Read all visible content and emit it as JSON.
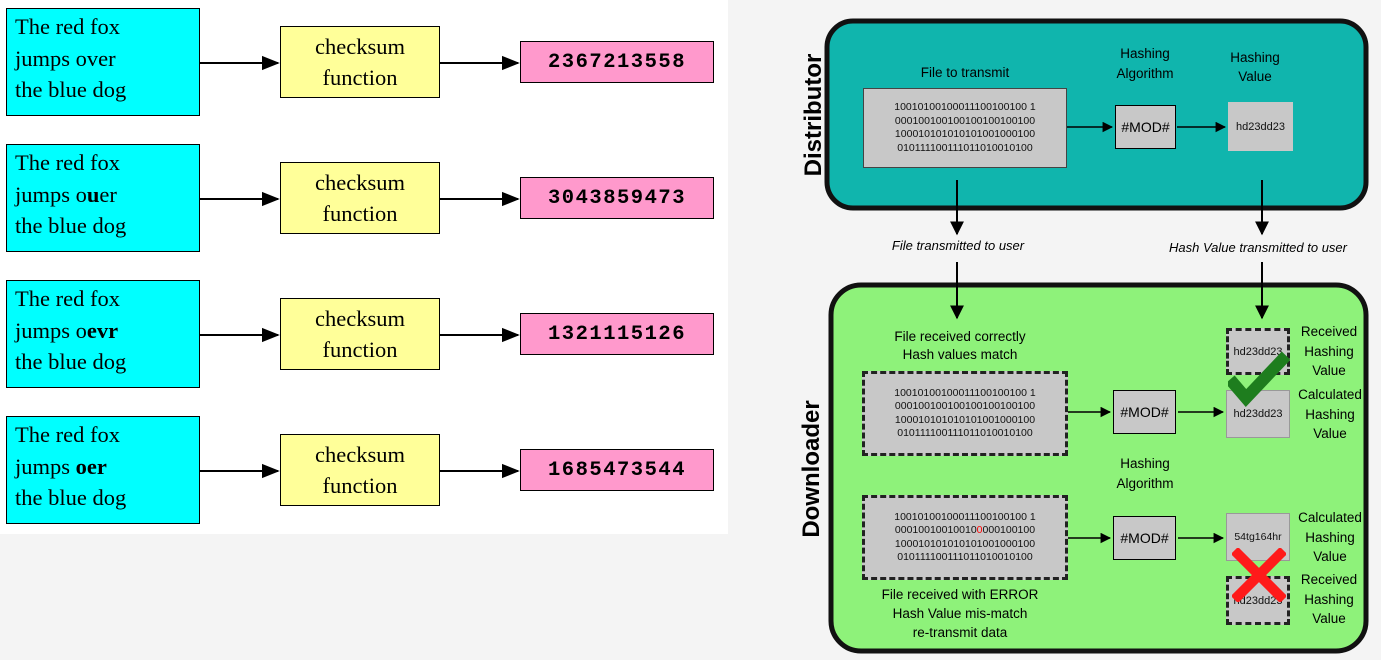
{
  "checksum_examples": [
    {
      "lines": [
        [
          {
            "t": "The red fox"
          }
        ],
        [
          {
            "t": "jumps over"
          }
        ],
        [
          {
            "t": "the blue dog"
          }
        ]
      ],
      "function_lines": [
        "checksum",
        "function"
      ],
      "hash": "2367213558"
    },
    {
      "lines": [
        [
          {
            "t": "The red fox"
          }
        ],
        [
          {
            "t": "jumps o"
          },
          {
            "t": "u",
            "b": true
          },
          {
            "t": "er"
          }
        ],
        [
          {
            "t": "the blue dog"
          }
        ]
      ],
      "function_lines": [
        "checksum",
        "function"
      ],
      "hash": "3043859473"
    },
    {
      "lines": [
        [
          {
            "t": "The red fox"
          }
        ],
        [
          {
            "t": "jumps o"
          },
          {
            "t": "evr",
            "b": true
          }
        ],
        [
          {
            "t": "the blue dog"
          }
        ]
      ],
      "function_lines": [
        "checksum",
        "function"
      ],
      "hash": "1321115126"
    },
    {
      "lines": [
        [
          {
            "t": "The red fox"
          }
        ],
        [
          {
            "t": "jumps "
          },
          {
            "t": "oer",
            "b": true
          }
        ],
        [
          {
            "t": "the blue dog"
          }
        ]
      ],
      "function_lines": [
        "checksum",
        "function"
      ],
      "hash": "1685473544"
    }
  ],
  "distributor": {
    "title": "Distributor",
    "fill": "#10b5ad",
    "file_label": "File to transmit",
    "binary": [
      "10010100100011100100100 1",
      "000100100100100100100100",
      "100010101010101001000100",
      "010111100111011010010100"
    ],
    "algo_label": [
      "Hashing",
      "Algorithm"
    ],
    "value_label": [
      "Hashing",
      "Value"
    ],
    "mod": "#MOD#",
    "hash": "hd23dd23"
  },
  "transfer": {
    "file_label": "File transmitted to user",
    "hash_label": "Hash Value transmitted to user"
  },
  "downloader": {
    "title": "Downloader",
    "fill": "#8ef27a",
    "ok_caption": [
      "File received correctly",
      "Hash values match"
    ],
    "ok_binary": [
      "10010100100011100100100 1",
      "000100100100100100100100",
      "100010101010101001000100",
      "010111100111011010010100"
    ],
    "ok_mod": "#MOD#",
    "ok_calc_hash": "hd23dd23",
    "ok_recv_hash": "hd23dd23",
    "received_label": [
      "Received",
      "Hashing",
      "Value"
    ],
    "calculated_label": [
      "Calculated",
      "Hashing",
      "Value"
    ],
    "algo_label": [
      "Hashing",
      "Algorithm"
    ],
    "err_binary_1": "10010100100011100100100 1",
    "err_binary_2_pre": "00010010010010",
    "err_binary_2_bit": "0",
    "err_binary_2_post": "000100100",
    "err_binary_3": "100010101010101001000100",
    "err_binary_4": "010111100111011010010100",
    "err_mod": "#MOD#",
    "err_calc_hash": "54tg164hr",
    "err_recv_hash": "hd23dd23",
    "err_caption": [
      "File received with ERROR",
      "Hash Value mis-match",
      "re-transmit data"
    ],
    "check_color": "#1e7d1e",
    "cross_color": "#ff1a1a",
    "error_bit_color": "#ff0000"
  }
}
